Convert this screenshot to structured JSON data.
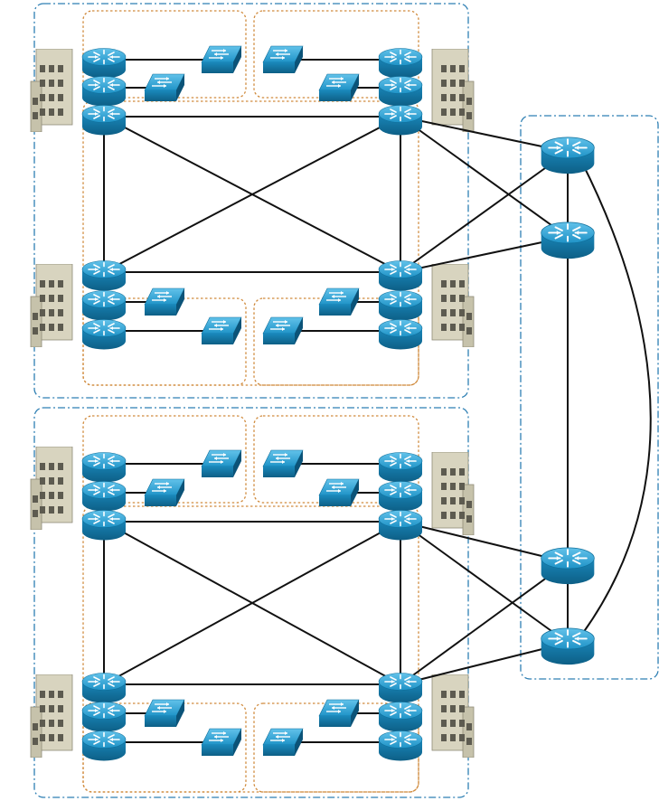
{
  "diagram": {
    "type": "network-topology",
    "colors": {
      "device": "#1f93c7",
      "device_dark": "#0f6f9b",
      "building": "#cfcbb6",
      "region_border": "#2e7fb3",
      "group_border": "#d08a3c",
      "link": "#111111"
    },
    "icons": {
      "router": "router-icon",
      "switch": "switch-icon",
      "building": "building-icon"
    },
    "regions": [
      "site-region-top",
      "site-region-bottom",
      "core-region"
    ],
    "routers": [
      "tl1",
      "tl2",
      "tl3",
      "tr1",
      "tr2",
      "tr3",
      "ml1",
      "ml2",
      "ml3",
      "mr1",
      "mr2",
      "mr3",
      "bl1",
      "bl2",
      "bl3",
      "br1",
      "br2",
      "br3",
      "ll1",
      "ll2",
      "ll3",
      "lr1",
      "lr2",
      "lr3",
      "c1",
      "c2",
      "c3",
      "c4"
    ],
    "switches": [
      "s1",
      "s2",
      "s3",
      "s4",
      "s5",
      "s6",
      "s7",
      "s8",
      "s9",
      "s10",
      "s11",
      "s12",
      "s13",
      "s14",
      "s15",
      "s16"
    ],
    "links": [
      [
        "tl1",
        "s1"
      ],
      [
        "s2",
        "tr1"
      ],
      [
        "tl2",
        "s3"
      ],
      [
        "s4",
        "tr2"
      ],
      [
        "tl3",
        "tr3"
      ],
      [
        "tl3",
        "ml1"
      ],
      [
        "tr3",
        "mr1"
      ],
      [
        "tl3",
        "mr1"
      ],
      [
        "tr3",
        "ml1"
      ],
      [
        "ml1",
        "mr1"
      ],
      [
        "ml2",
        "s5"
      ],
      [
        "s6",
        "mr2"
      ],
      [
        "ml3",
        "s7"
      ],
      [
        "s8",
        "mr3"
      ],
      [
        "tr3",
        "c1"
      ],
      [
        "tr3",
        "c2"
      ],
      [
        "mr1",
        "c1"
      ],
      [
        "mr1",
        "c2"
      ],
      [
        "c1",
        "c2"
      ],
      [
        "c2",
        "c3"
      ],
      [
        "c3",
        "c4"
      ],
      [
        "c1",
        "c4"
      ],
      [
        "bl1",
        "s9"
      ],
      [
        "s10",
        "br1"
      ],
      [
        "bl2",
        "s11"
      ],
      [
        "s12",
        "br2"
      ],
      [
        "bl3",
        "br3"
      ],
      [
        "bl3",
        "ll1"
      ],
      [
        "br3",
        "lr1"
      ],
      [
        "bl3",
        "lr1"
      ],
      [
        "br3",
        "ll1"
      ],
      [
        "ll1",
        "lr1"
      ],
      [
        "ll2",
        "s13"
      ],
      [
        "s14",
        "lr2"
      ],
      [
        "ll3",
        "s15"
      ],
      [
        "s16",
        "lr3"
      ],
      [
        "br3",
        "c3"
      ],
      [
        "br3",
        "c4"
      ],
      [
        "lr1",
        "c3"
      ],
      [
        "lr1",
        "c4"
      ]
    ]
  }
}
